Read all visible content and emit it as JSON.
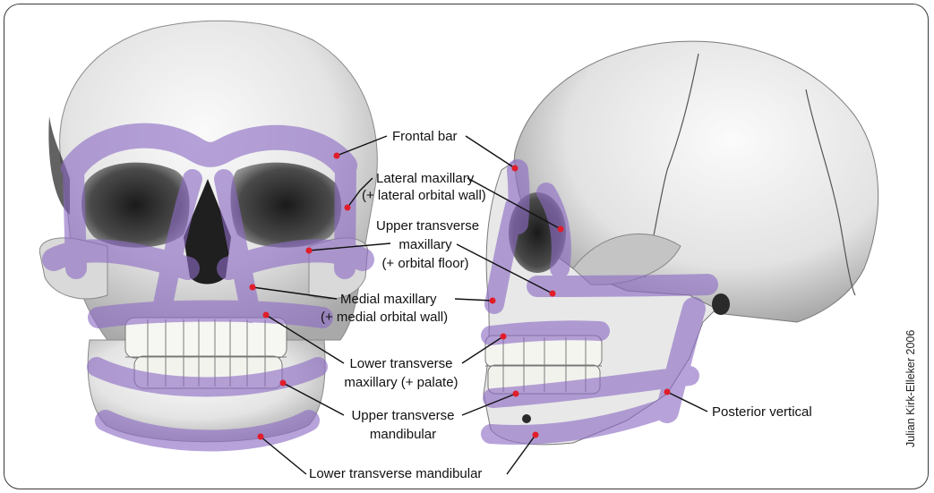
{
  "colors": {
    "buttress": "#8c6cc4",
    "marker": "#e11d2a",
    "bone_light": "#f2f2f2",
    "bone_shade": "#bdbdbd",
    "leader": "#111111"
  },
  "labels": {
    "frontal_bar": "Frontal bar",
    "lateral_maxillary_1": "Lateral maxillary",
    "lateral_maxillary_2": "(+ lateral orbital wall)",
    "upper_transverse_maxillary_1": "Upper transverse",
    "upper_transverse_maxillary_2": "maxillary",
    "upper_transverse_maxillary_3": "(+ orbital floor)",
    "medial_maxillary_1": "Medial maxillary",
    "medial_maxillary_2": "(+ medial orbital wall)",
    "lower_transverse_maxillary_1": "Lower transverse",
    "lower_transverse_maxillary_2": "maxillary (+ palate)",
    "upper_transverse_mandibular_1": "Upper transverse",
    "upper_transverse_mandibular_2": "mandibular",
    "lower_transverse_mandibular": "Lower transverse mandibular",
    "posterior_vertical": "Posterior vertical"
  },
  "credit": "Julian Kirk-Elleker 2006"
}
